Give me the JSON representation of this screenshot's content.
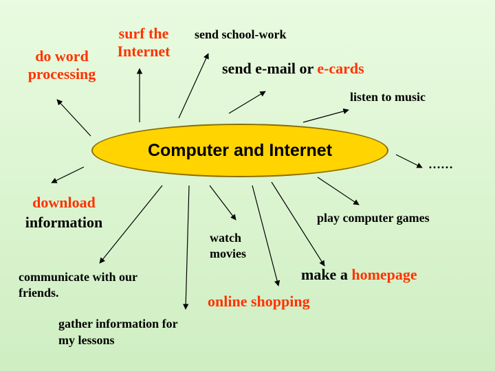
{
  "center": {
    "title": "Computer and Internet",
    "fill": "#ffd400"
  },
  "colors": {
    "accent": "#ff3300",
    "text": "#000000",
    "background": "#d8f3cc"
  },
  "items": {
    "surf": "surf the Internet",
    "word_line1": "do word",
    "word_line2": "processing",
    "schoolwork": "send school-work",
    "email": "send e-mail or",
    "ecards": "e-cards",
    "music": "listen to music",
    "etc": "……",
    "download": "download",
    "information": "information",
    "games": "play computer games",
    "movies_line1": "watch",
    "movies_line2": "movies",
    "communicate_line1": "communicate with our",
    "communicate_line2": "friends.",
    "homepage_prefix": "make a",
    "homepage": "homepage",
    "shopping": "online shopping",
    "gather_line1": "gather information for",
    "gather_line2": "my lessons"
  }
}
